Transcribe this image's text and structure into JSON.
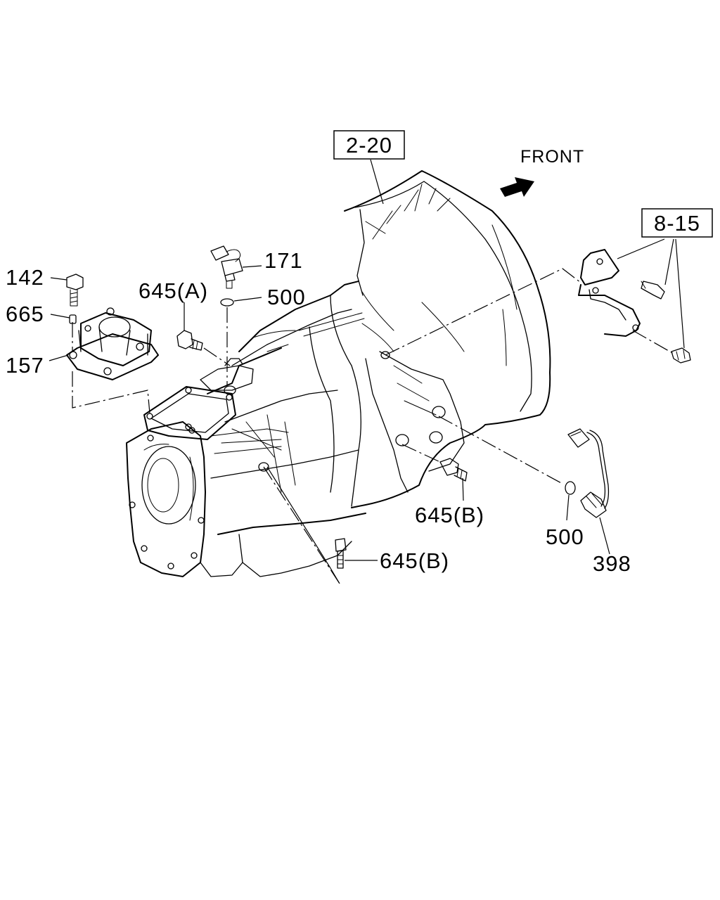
{
  "diagram": {
    "front_label": "FRONT",
    "references": [
      {
        "id": "ref-2-20",
        "text": "2-20"
      },
      {
        "id": "ref-8-15",
        "text": "8-15"
      }
    ],
    "callouts": {
      "c142": "142",
      "c665": "665",
      "c157": "157",
      "c171": "171",
      "c500_top": "500",
      "c645a": "645(A)",
      "c645b_mid": "645(B)",
      "c645b_low": "645(B)",
      "c500_right": "500",
      "c398": "398"
    }
  }
}
